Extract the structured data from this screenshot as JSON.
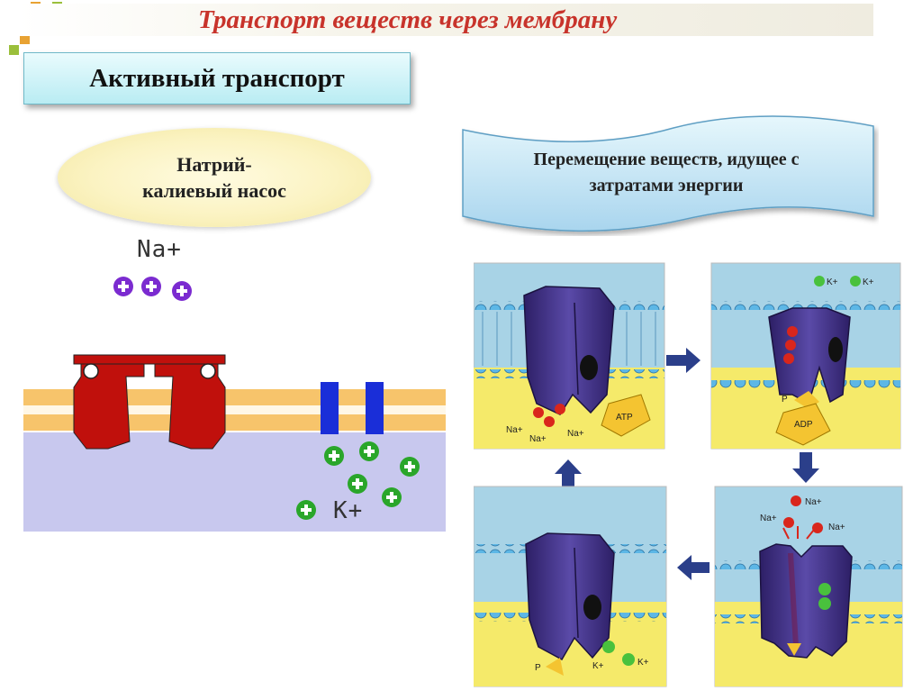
{
  "slide": {
    "title": "Транспорт веществ через мембрану",
    "subtitle": "Активный транспорт"
  },
  "pump": {
    "name_line1": "Натрий-",
    "name_line2": "калиевый насос",
    "na_label": "Na+",
    "k_label": "K+"
  },
  "definition": {
    "line1": "Перемещение веществ, идущее с",
    "line2": "затратами энергии"
  },
  "cycle": {
    "panel1": {
      "na1": "Na+",
      "na2": "Na+",
      "na3": "Na+",
      "atp": "ATP"
    },
    "panel2": {
      "k1": "K+",
      "k2": "K+",
      "p": "P",
      "adp": "ADP"
    },
    "panel3": {
      "na1": "Na+",
      "na2": "Na+",
      "na3": "Na+"
    },
    "panel4": {
      "p": "P",
      "k1": "K+",
      "k2": "K+"
    }
  },
  "colors": {
    "title": "#c8332b",
    "protein_red": "#c0100c",
    "channel_blue": "#1a2ed8",
    "membrane_orange": "#f7c46b",
    "cytoplasm": "#c8c8ee",
    "ion_na": "#7b2bd0",
    "ion_k": "#2aa62a",
    "pump_protein": "#3b2a78",
    "arrow": "#2b3f8a"
  }
}
